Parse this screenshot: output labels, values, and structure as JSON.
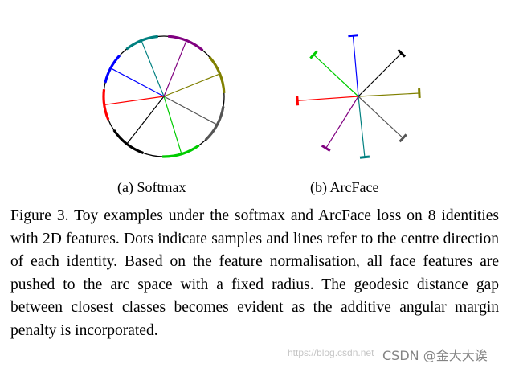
{
  "figure": {
    "subfigures": [
      {
        "caption": "(a)  Softmax",
        "identity_colors": [
          "#808000",
          "#555555",
          "#00cc00",
          "#000000",
          "#ff0000",
          "#0000ff",
          "#008080",
          "#800080"
        ],
        "identity_angles_deg": [
          22,
          -28,
          -73,
          -128,
          -172,
          152,
          112,
          68
        ]
      },
      {
        "caption": "(b)  ArcFace",
        "identity_colors": [
          "#808000",
          "#555555",
          "#008080",
          "#800080",
          "#ff0000",
          "#00cc00",
          "#0000ff",
          "#000000"
        ],
        "identity_angles_deg": [
          3,
          -43,
          -84,
          -122,
          -176,
          137,
          95,
          45
        ]
      }
    ],
    "caption": "Figure 3. Toy examples under the softmax and ArcFace loss on 8 identities with 2D features. Dots indicate samples and lines refer to the centre direction of each identity. Based on the feature normalisation, all face features are pushed to the arc space with a fixed radius. The geodesic distance gap between closest classes becomes evident as the additive angular margin penalty is incorporated."
  },
  "watermark": {
    "url": "https://blog.csdn.net",
    "brand": "CSDN @金大大诶"
  }
}
